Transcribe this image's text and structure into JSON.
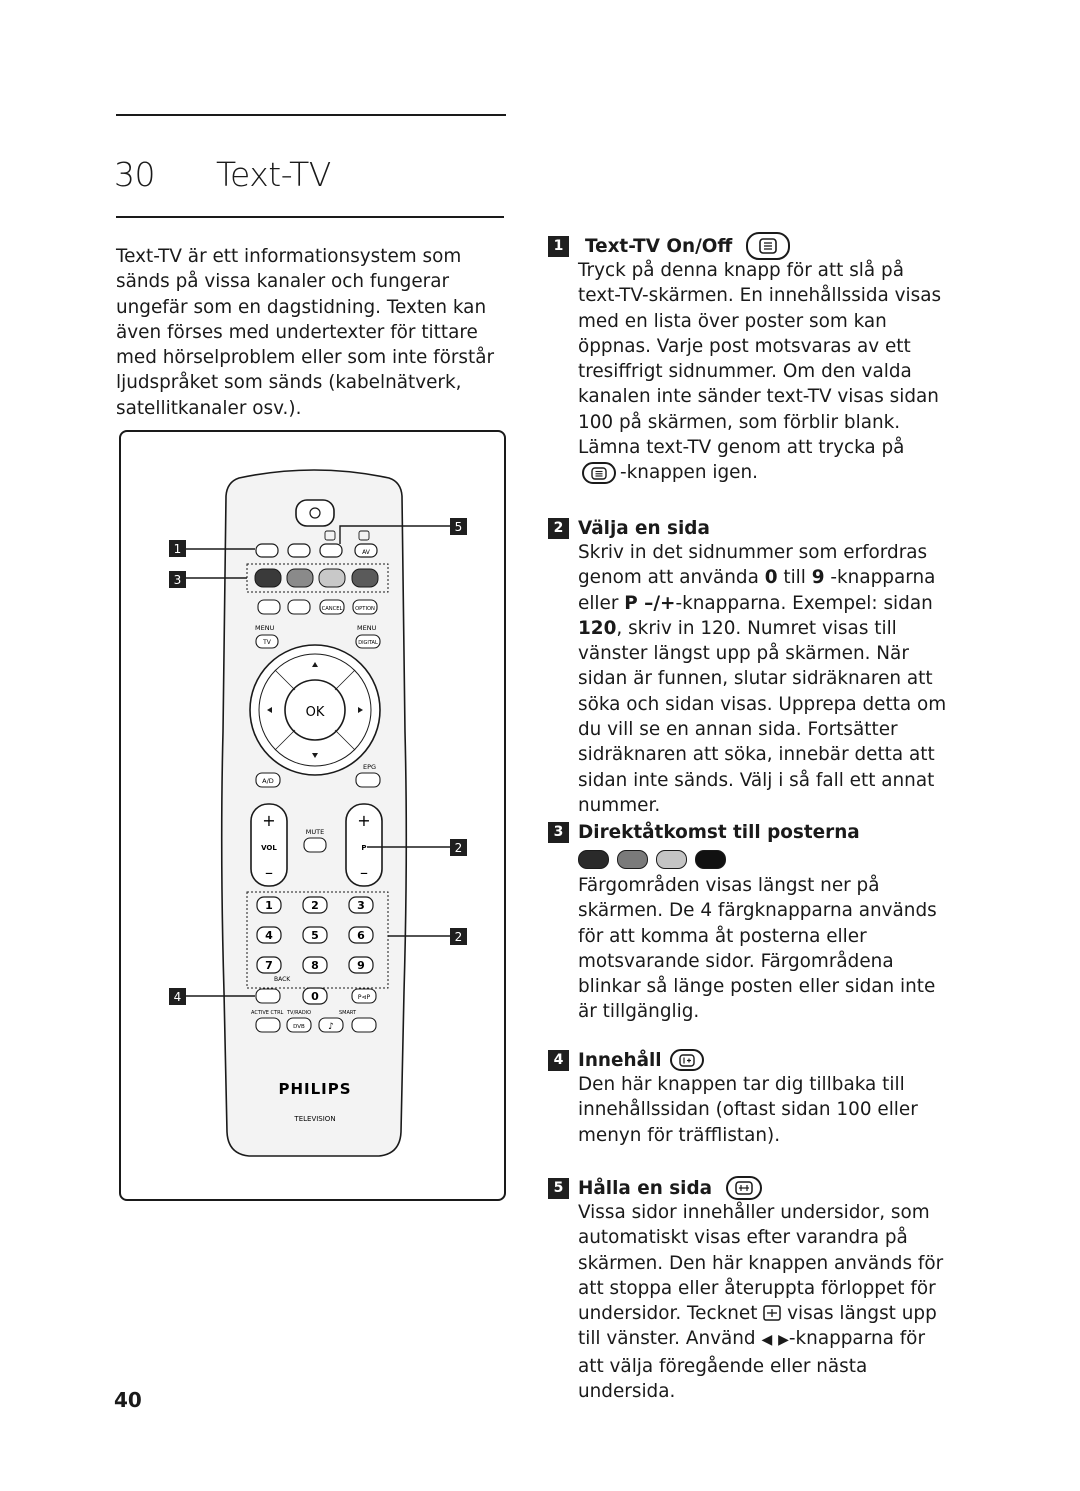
{
  "chapter": {
    "number": "30",
    "title": "Text-TV"
  },
  "intro": "Text-TV är ett informationsystem som sänds på vissa kanaler och fungerar ungefär som en dagstidning. Texten kan även förses med undertexter för tittare med hörselproblem eller som inte förstår ljudspråket som sänds (kabelnätverk, satellitkanaler osv.).",
  "sections": [
    {
      "num": "1",
      "title": "Text-TV On/Off",
      "body": [
        "Tryck på denna knapp för att slå på text-TV-skärmen. En innehållssida visas med en lista över poster som kan öppnas. Varje post motsvaras av ett tresiffrigt sidnummer. Om den valda kanalen inte sänder text-TV visas sidan 100 på skärmen, som förblir blank. Lämna text-TV genom att trycka på",
        "-knappen igen."
      ]
    },
    {
      "num": "2",
      "title": "Välja en sida",
      "body": {
        "a": "Skriv in det sidnummer som erfordras genom att använda ",
        "b0": "0",
        "c": " till ",
        "b9": "9",
        "d": " -knapparna eller ",
        "bp": "P –/+",
        "e": "-knapparna. Exempel: sidan ",
        "b120": "120",
        "f": ", skriv in 120. Numret visas till vänster längst upp på skärmen. När sidan är funnen, slutar sidräknaren att söka och sidan visas. Upprepa detta om du vill se en annan sida. Fortsätter sidräknaren att söka, innebär detta att sidan inte sänds. Välj i så fall ett annat nummer."
      }
    },
    {
      "num": "3",
      "title": "Direktåtkomst till posterna",
      "swatch_colors": [
        "#2a2a2a",
        "#7a7a7a",
        "#c4c4c4",
        "#111111"
      ],
      "body": "Färgområden visas längst ner på skärmen. De 4 färgknapparna används för att komma åt posterna eller motsvarande sidor. Färgområdena blinkar så länge posten eller sidan inte är tillgänglig."
    },
    {
      "num": "4",
      "title": "Innehåll",
      "body": "Den här knappen tar dig tillbaka till innehållssidan (oftast sidan 100 eller menyn för träfflistan)."
    },
    {
      "num": "5",
      "title": "Hålla en sida",
      "body": [
        "Vissa sidor innehåller undersidor, som automatiskt visas efter varandra på skärmen. Den här knappen används för att stoppa eller återuppta förloppet för undersidor. Tecknet",
        "visas längst upp till vänster. Använd",
        "-knapparna för att välja föregående eller nästa undersida."
      ]
    }
  ],
  "remote": {
    "callouts": [
      "1",
      "3",
      "4",
      "5",
      "2",
      "2"
    ],
    "buttons": {
      "cancel": "CANCEL",
      "option": "OPTION",
      "menu_left": "MENU",
      "menu_right": "MENU",
      "tv": "TV",
      "digital": "DIGITAL",
      "ok": "OK",
      "epg": "EPG",
      "ad": "A/D",
      "vol": "VOL",
      "mute": "MUTE",
      "p": "P",
      "digits": [
        "1",
        "2",
        "3",
        "4",
        "5",
        "6",
        "7",
        "8",
        "9",
        "0"
      ],
      "back": "BACK",
      "pp": "P⊲P",
      "active_ctrl": "ACTIVE CTRL",
      "tv_radio": "TV/RADIO",
      "smart": "SMART",
      "av": "AV",
      "dvb": "DVB"
    },
    "brand": "PHILIPS",
    "sub_brand": "TELEVISION"
  },
  "page_number": "40"
}
